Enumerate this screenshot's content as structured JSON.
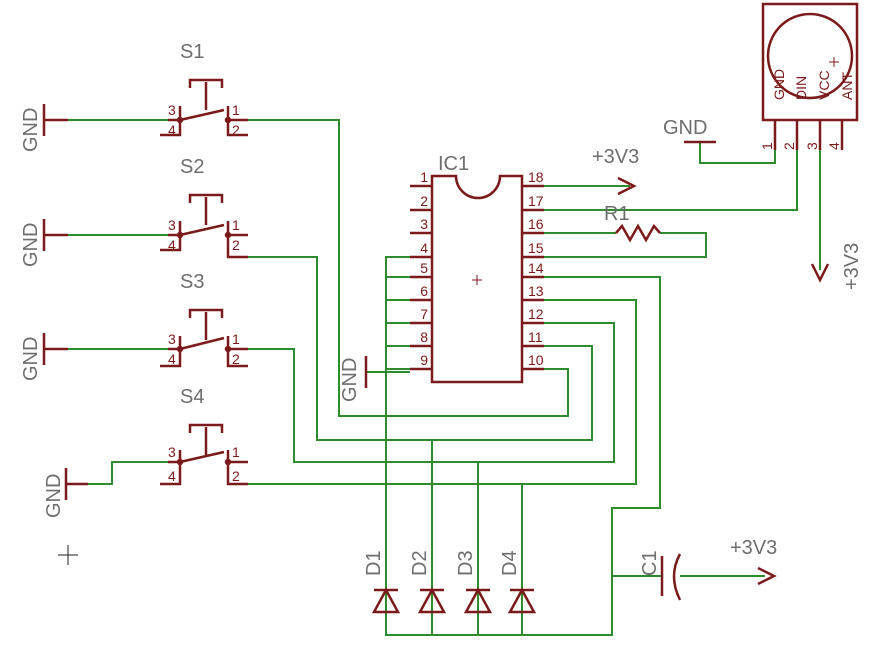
{
  "switches": [
    {
      "name": "S1",
      "pins": [
        "3",
        "1",
        "4",
        "2"
      ],
      "gnd": "GND"
    },
    {
      "name": "S2",
      "pins": [
        "3",
        "1",
        "4",
        "2"
      ],
      "gnd": "GND"
    },
    {
      "name": "S3",
      "pins": [
        "3",
        "1",
        "4",
        "2"
      ],
      "gnd": "GND"
    },
    {
      "name": "S4",
      "pins": [
        "3",
        "1",
        "4",
        "2"
      ],
      "gnd": "GND"
    }
  ],
  "ic": {
    "name": "IC1",
    "left_pins": [
      "1",
      "2",
      "3",
      "4",
      "5",
      "6",
      "7",
      "8",
      "9"
    ],
    "right_pins": [
      "18",
      "17",
      "16",
      "15",
      "14",
      "13",
      "12",
      "11",
      "10"
    ],
    "gnd": "GND"
  },
  "resistor": {
    "name": "R1"
  },
  "capacitor": {
    "name": "C1"
  },
  "diodes": [
    "D1",
    "D2",
    "D3",
    "D4"
  ],
  "module": {
    "pins": [
      "GND",
      "DIN",
      "VCC",
      "ANT"
    ],
    "pin_numbers": [
      "1",
      "2",
      "3",
      "4"
    ],
    "gnd": "GND"
  },
  "supply": {
    "ic_rail": "+3V3",
    "module_rail": "+3V3",
    "cap_rail": "+3V3"
  }
}
